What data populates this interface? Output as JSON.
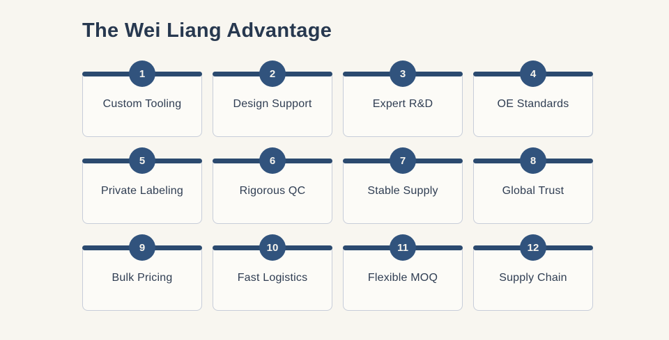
{
  "page": {
    "title": "The Wei Liang Advantage"
  },
  "theme": {
    "page_bg": "#f8f6f0",
    "card_bg": "#fcfbf7",
    "card_border": "#c7cdd9",
    "bar_color": "#2b4a6f",
    "badge_color": "#31537d",
    "badge_text": "#f6f4ee",
    "title_color": "#27384f",
    "label_color": "#2f3d52"
  },
  "cards": [
    {
      "number": "1",
      "label": "Custom Tooling"
    },
    {
      "number": "2",
      "label": "Design Support"
    },
    {
      "number": "3",
      "label": "Expert R&D"
    },
    {
      "number": "4",
      "label": "OE Standards"
    },
    {
      "number": "5",
      "label": "Private Labeling"
    },
    {
      "number": "6",
      "label": "Rigorous QC"
    },
    {
      "number": "7",
      "label": "Stable Supply"
    },
    {
      "number": "8",
      "label": "Global Trust"
    },
    {
      "number": "9",
      "label": "Bulk Pricing"
    },
    {
      "number": "10",
      "label": "Fast Logistics"
    },
    {
      "number": "11",
      "label": "Flexible MOQ"
    },
    {
      "number": "12",
      "label": "Supply Chain"
    }
  ]
}
